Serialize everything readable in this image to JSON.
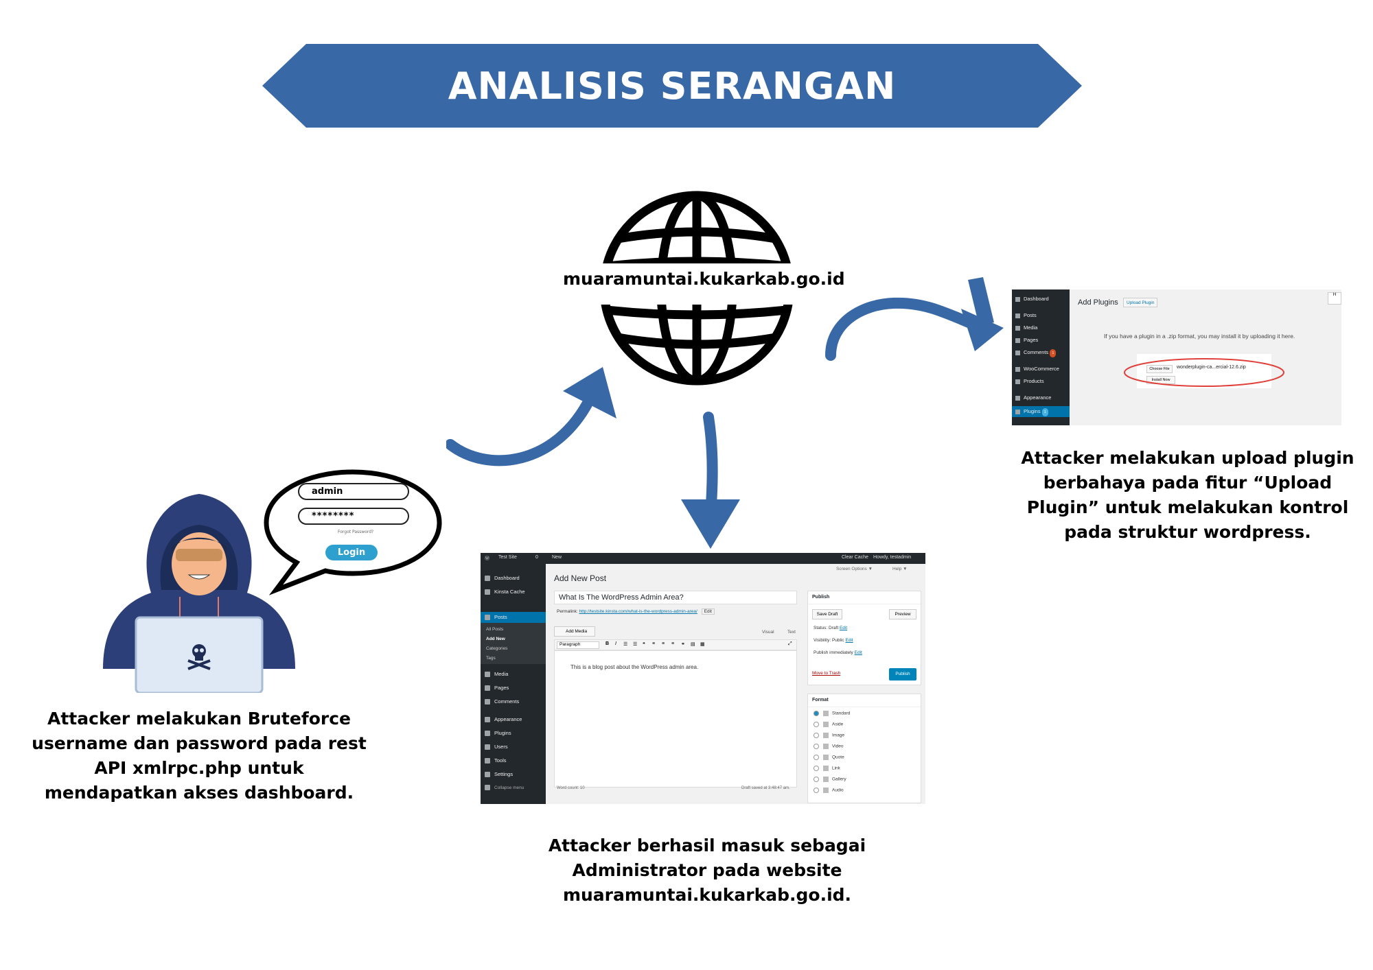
{
  "banner": {
    "title": "ANALISIS SERANGAN",
    "color": "#3868a6"
  },
  "globe": {
    "icon": "globe-icon",
    "label": "muaramuntai.kukarkab.go.id"
  },
  "arrow_color": "#3868a6",
  "captions": {
    "left": "Attacker melakukan Bruteforce username dan password pada rest API xmlrpc.php untuk mendapatkan akses dashboard.",
    "center": "Attacker berhasil masuk sebagai Administrator pada website muaramuntai.kukarkab.go.id.",
    "right": "Attacker melakukan upload plugin berbahaya pada fitur “Upload Plugin” untuk melakukan kontrol pada struktur wordpress."
  },
  "login_bubble": {
    "username": "admin",
    "password": "********",
    "forgot": "Forgot Password?",
    "login_button": "Login"
  },
  "wp_editor": {
    "site": "Test Site",
    "comments_count": "0",
    "new": "New",
    "clear_cache": "Clear Cache",
    "howdy": "Howdy, testadmin",
    "page_title": "Add New Post",
    "screen_options": "Screen Options ▼",
    "help": "Help ▼",
    "post_title": "What Is The WordPress Admin Area?",
    "permalink_label": "Permalink:",
    "permalink_url": "http://testsite.kinsta.com/what-is-the-wordpress-admin-area/",
    "permalink_edit": "Edit",
    "add_media": "Add Media",
    "tab_visual": "Visual",
    "tab_text": "Text",
    "paragraph": "Paragraph",
    "content": "This is a blog post about the WordPress admin area.",
    "word_count": "Word count: 10",
    "draft_saved": "Draft saved at 3:48:47 am.",
    "sidebar": [
      "Dashboard",
      "Kinsta Cache",
      "Posts",
      "Media",
      "Pages",
      "Comments",
      "Appearance",
      "Plugins",
      "Users",
      "Tools",
      "Settings",
      "Collapse menu"
    ],
    "submenu": [
      "All Posts",
      "Add New",
      "Categories",
      "Tags"
    ],
    "publish": {
      "heading": "Publish",
      "save_draft": "Save Draft",
      "preview": "Preview",
      "status": "Status: Draft",
      "visibility": "Visibility: Public",
      "publish_time": "Publish immediately",
      "edit": "Edit",
      "trash": "Move to Trash",
      "publish_button": "Publish"
    },
    "format": {
      "heading": "Format",
      "options": [
        "Standard",
        "Aside",
        "Image",
        "Video",
        "Quote",
        "Link",
        "Gallery",
        "Audio"
      ]
    }
  },
  "wp_plugins": {
    "sidebar": [
      "Dashboard",
      "Posts",
      "Media",
      "Pages",
      "Comments",
      "WooCommerce",
      "Products",
      "Appearance",
      "Plugins"
    ],
    "comments_badge": "1",
    "plugins_badge": "1",
    "title": "Add Plugins",
    "upload_button": "Upload Plugin",
    "info": "If you have a plugin in a .zip format, you may install it by uploading it here.",
    "choose_file": "Choose File",
    "filename": "wonderplugin-ca...ercial-12.6.zip",
    "install_now": "Install Now",
    "corner": "H",
    "highlight_color": "#e0403a"
  }
}
